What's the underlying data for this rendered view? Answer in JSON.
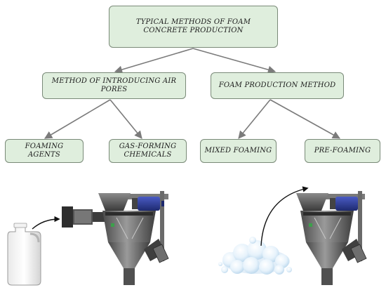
{
  "diagram": {
    "root": {
      "label": "TYPICAL METHODS OF FOAM CONCRETE PRODUCTION"
    },
    "branches": [
      {
        "label": "METHOD OF INTRODUCING AIR PORES",
        "children": [
          {
            "label": "FOAMING AGENTS"
          },
          {
            "label": "GAS-FORMING CHEMICALS"
          }
        ]
      },
      {
        "label": "FOAM PRODUCTION METHOD",
        "children": [
          {
            "label": "MIXED FOAMING"
          },
          {
            "label": "PRE-FOAMING"
          }
        ]
      }
    ]
  },
  "illustrations": [
    {
      "name": "foaming-agent-canister-icon"
    },
    {
      "name": "mixer-machine-icon"
    },
    {
      "name": "foam-bubbles-icon"
    },
    {
      "name": "mixer-machine-icon"
    }
  ],
  "colors": {
    "box_fill": "#dfeedd",
    "box_border": "#7a8a78",
    "connector": "#7b7b7b",
    "machine_body": "#6d6d6d",
    "motor_blue": "#2d3e9c"
  }
}
